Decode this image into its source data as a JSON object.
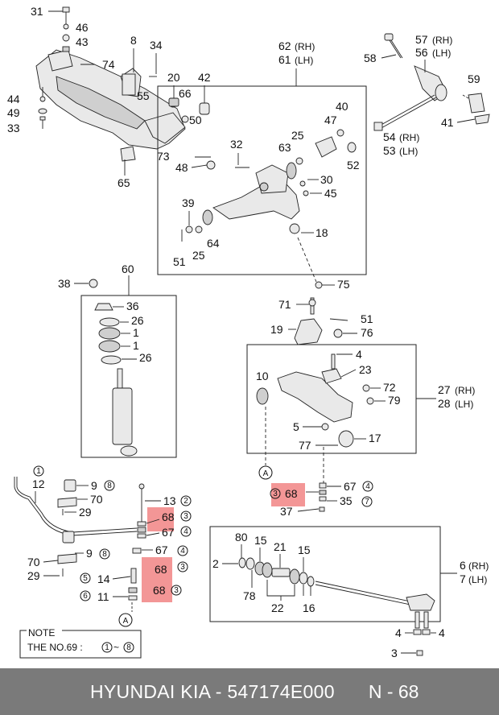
{
  "footer": {
    "title": "HYUNDAI  KIA - 547174E000",
    "page": "N - 68"
  },
  "note": {
    "heading": "NOTE",
    "text_prefix": "THE NO.69 :",
    "range_start": "1",
    "range_sep": "~",
    "range_end": "8"
  },
  "labels": {
    "p31": "31",
    "p46": "46",
    "p43": "43",
    "p74": "74",
    "p8": "8",
    "p34": "34",
    "p44": "44",
    "p49": "49",
    "p33": "33",
    "p20": "20",
    "p66": "66",
    "p42": "42",
    "p55": "55",
    "p50": "50",
    "p73": "73",
    "p48": "48",
    "p65": "65",
    "p62": "62",
    "rh": "(RH)",
    "p61": "61",
    "lh": "(LH)",
    "p58": "58",
    "p57": "57",
    "p56": "56",
    "p59": "59",
    "p54": "54",
    "p53": "53",
    "p41": "41",
    "p47": "47",
    "p40": "40",
    "p25": "25",
    "p63": "63",
    "p32": "32",
    "p52": "52",
    "p30": "30",
    "p45": "45",
    "p39": "39",
    "p18": "18",
    "p64": "64",
    "p51": "51",
    "p75": "75",
    "p60": "60",
    "p38": "38",
    "p36": "36",
    "p26": "26",
    "p1": "1",
    "p71": "71",
    "p19": "19",
    "p76": "76",
    "p4": "4",
    "p23": "23",
    "p10": "10",
    "p72": "72",
    "p79": "79",
    "p27": "27",
    "p28": "28",
    "p5": "5",
    "p17": "17",
    "p77": "77",
    "cA": "A",
    "p68": "68",
    "p67": "67",
    "p35": "35",
    "p37": "37",
    "p12": "12",
    "p9": "9",
    "p70": "70",
    "p29": "29",
    "p13": "13",
    "p14": "14",
    "p11": "11",
    "p80": "80",
    "p15": "15",
    "p21": "21",
    "p2": "2",
    "p78": "78",
    "p22": "22",
    "p16": "16",
    "p6": "6",
    "p7": "7",
    "p3": "3"
  },
  "circled": {
    "c1": "1",
    "c2": "2",
    "c3": "3",
    "c4": "4",
    "c5": "5",
    "c6": "6",
    "c7": "7",
    "c8": "8"
  },
  "colors": {
    "highlight": "#ef6e6e",
    "footer_bg": "#7a7a7a",
    "footer_text": "#ffffff",
    "line": "#222222"
  }
}
